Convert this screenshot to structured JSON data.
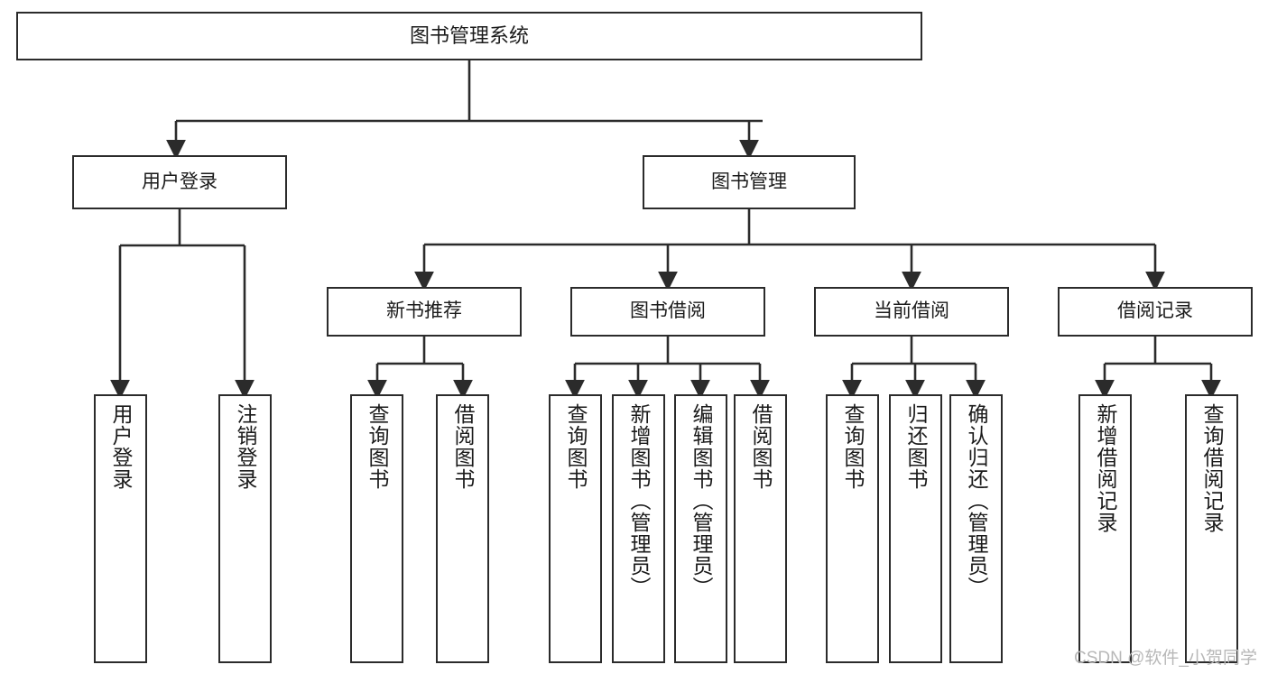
{
  "diagram": {
    "title": "图书管理系统",
    "type": "tree-hierarchy",
    "watermark": "CSDN @软件_小贺同学",
    "colors": {
      "stroke": "#2b2b2b",
      "fill": "#ffffff",
      "text": "#1b1b1b",
      "watermark": "#b8b8b8"
    }
  },
  "nodes": {
    "root": {
      "label": "图书管理系统"
    },
    "level2": [
      {
        "id": "user-login",
        "label": "用户登录"
      },
      {
        "id": "book-management",
        "label": "图书管理"
      }
    ],
    "level3": [
      {
        "id": "new-book-recommend",
        "label": "新书推荐"
      },
      {
        "id": "book-borrow",
        "label": "图书借阅"
      },
      {
        "id": "current-borrow",
        "label": "当前借阅"
      },
      {
        "id": "borrow-record",
        "label": "借阅记录"
      }
    ],
    "leaves": {
      "user_login": [
        {
          "id": "leaf-user-login",
          "label": "用户登录"
        },
        {
          "id": "leaf-logout-login",
          "label": "注销登录"
        }
      ],
      "new_book_recommend": [
        {
          "id": "leaf-query-book-1",
          "label": "查询图书"
        },
        {
          "id": "leaf-borrow-book-1",
          "label": "借阅图书"
        }
      ],
      "book_borrow": [
        {
          "id": "leaf-query-book-2",
          "label": "查询图书"
        },
        {
          "id": "leaf-add-book-admin",
          "label": "新增图书（管理员）"
        },
        {
          "id": "leaf-edit-book-admin",
          "label": "编辑图书（管理员）"
        },
        {
          "id": "leaf-borrow-book-2",
          "label": "借阅图书"
        }
      ],
      "current_borrow": [
        {
          "id": "leaf-query-book-3",
          "label": "查询图书"
        },
        {
          "id": "leaf-return-book",
          "label": "归还图书"
        },
        {
          "id": "leaf-confirm-return-admin",
          "label": "确认归还（管理员）"
        }
      ],
      "borrow_record": [
        {
          "id": "leaf-add-borrow-record",
          "label": "新增借阅记录"
        },
        {
          "id": "leaf-query-borrow-record",
          "label": "查询借阅记录"
        }
      ]
    }
  }
}
